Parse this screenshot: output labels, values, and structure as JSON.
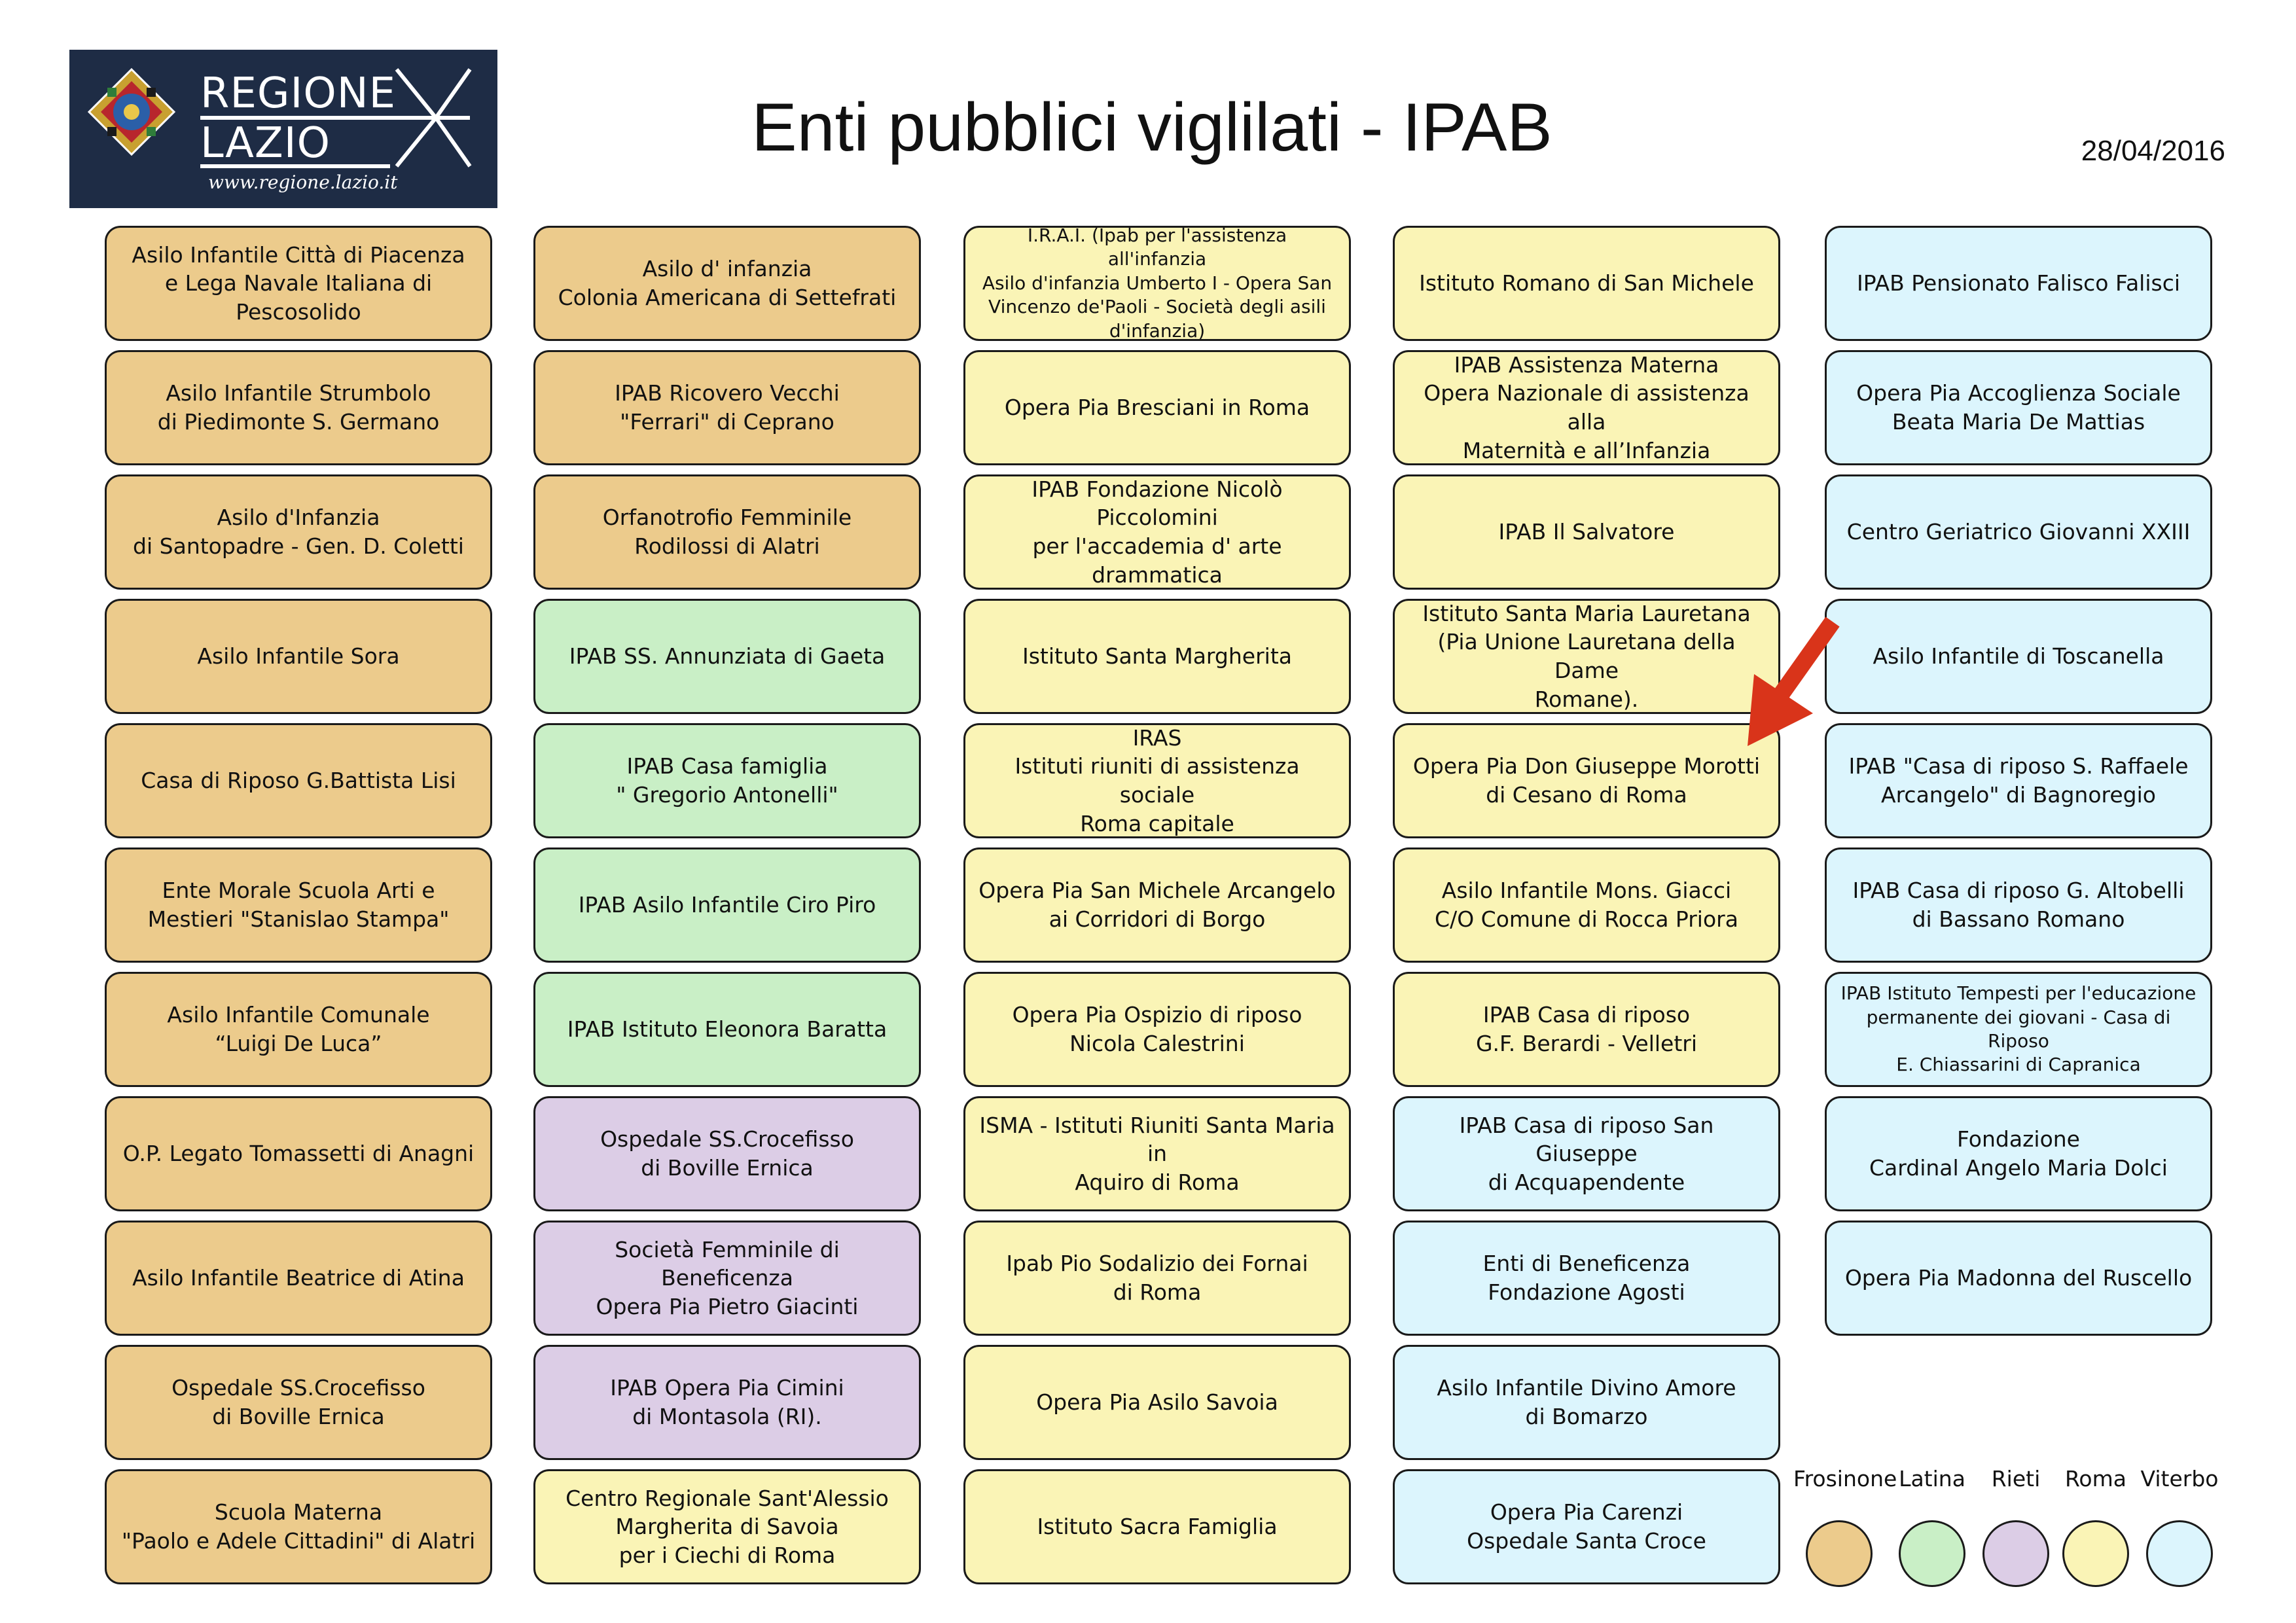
{
  "header": {
    "title": "Enti pubblici viglilati - IPAB",
    "date": "28/04/2016"
  },
  "logo": {
    "line1": "REGIONE",
    "line2": "LAZIO",
    "url": "www.regione.lazio.it",
    "background": "#1e2c45"
  },
  "colors": {
    "frosinone": "#eccb8c",
    "latina": "#c9efc6",
    "rieti": "#dccde6",
    "roma": "#faf4b6",
    "viterbo": "#dcf5fd",
    "arrow": "#d9341a"
  },
  "columns": [
    [
      {
        "text": "Asilo Infantile Città di Piacenza\ne Lega Navale Italiana di Pescosolido",
        "province": "frosinone"
      },
      {
        "text": "Asilo Infantile Strumbolo\ndi Piedimonte S. Germano",
        "province": "frosinone"
      },
      {
        "text": "Asilo d'Infanzia\ndi Santopadre - Gen. D. Coletti",
        "province": "frosinone"
      },
      {
        "text": "Asilo Infantile Sora",
        "province": "frosinone"
      },
      {
        "text": "Casa di Riposo G.Battista Lisi",
        "province": "frosinone"
      },
      {
        "text": "Ente Morale Scuola Arti e\nMestieri \"Stanislao Stampa\"",
        "province": "frosinone"
      },
      {
        "text": "Asilo Infantile  Comunale\n“Luigi De Luca”",
        "province": "frosinone"
      },
      {
        "text": "O.P. Legato Tomassetti di Anagni",
        "province": "frosinone"
      },
      {
        "text": "Asilo Infantile Beatrice di Atina",
        "province": "frosinone"
      },
      {
        "text": "Ospedale SS.Crocefisso\ndi Boville Ernica",
        "province": "frosinone"
      },
      {
        "text": "Scuola Materna\n\"Paolo e Adele Cittadini\"  di Alatri",
        "province": "frosinone"
      }
    ],
    [
      {
        "text": "Asilo d' infanzia\nColonia Americana di Settefrati",
        "province": "frosinone"
      },
      {
        "text": "IPAB Ricovero Vecchi\n\"Ferrari\" di Ceprano",
        "province": "frosinone"
      },
      {
        "text": "Orfanotrofio Femminile\nRodilossi di Alatri",
        "province": "frosinone"
      },
      {
        "text": "IPAB SS. Annunziata di Gaeta",
        "province": "latina"
      },
      {
        "text": "IPAB Casa famiglia\n\" Gregorio Antonelli\"",
        "province": "latina"
      },
      {
        "text": "IPAB Asilo Infantile Ciro Piro",
        "province": "latina"
      },
      {
        "text": "IPAB Istituto Eleonora Baratta",
        "province": "latina"
      },
      {
        "text": "Ospedale SS.Crocefisso\ndi Boville Ernica",
        "province": "rieti"
      },
      {
        "text": "Società  Femminile di Beneficenza\nOpera Pia Pietro Giacinti",
        "province": "rieti"
      },
      {
        "text": "IPAB Opera Pia Cimini\ndi Montasola (RI).",
        "province": "rieti"
      },
      {
        "text": "Centro Regionale Sant'Alessio\nMargherita di Savoia\nper i Ciechi di Roma",
        "province": "roma"
      }
    ],
    [
      {
        "text": "I.R.A.I. (Ipab per l'assistenza all'infanzia\nAsilo d'infanzia Umberto I - Opera San\nVincenzo de'Paoli - Società degli asili\nd'infanzia)",
        "province": "roma",
        "small": true
      },
      {
        "text": "Opera Pia Bresciani in Roma",
        "province": "roma"
      },
      {
        "text": "IPAB Fondazione Nicolò Piccolomini\nper l'accademia d' arte drammatica",
        "province": "roma"
      },
      {
        "text": "Istituto Santa Margherita",
        "province": "roma"
      },
      {
        "text": "IRAS\nIstituti riuniti di assistenza sociale\nRoma capitale",
        "province": "roma"
      },
      {
        "text": "Opera Pia San Michele Arcangelo\nai Corridori di Borgo",
        "province": "roma"
      },
      {
        "text": "Opera Pia Ospizio di riposo\nNicola Calestrini",
        "province": "roma"
      },
      {
        "text": "ISMA - Istituti Riuniti Santa Maria in\nAquiro di Roma",
        "province": "roma"
      },
      {
        "text": "Ipab Pio Sodalizio dei Fornai\ndi Roma",
        "province": "roma"
      },
      {
        "text": "Opera Pia Asilo Savoia",
        "province": "roma"
      },
      {
        "text": "Istituto Sacra Famiglia",
        "province": "roma"
      }
    ],
    [
      {
        "text": "Istituto Romano di San Michele",
        "province": "roma"
      },
      {
        "text": "IPAB Assistenza Materna\nOpera Nazionale di assistenza alla\nMaternità e all’Infanzia",
        "province": "roma"
      },
      {
        "text": "IPAB Il Salvatore",
        "province": "roma"
      },
      {
        "text": "Istituto Santa Maria Lauretana\n(Pia Unione Lauretana della Dame\nRomane).",
        "province": "roma"
      },
      {
        "text": "Opera Pia Don Giuseppe Morotti\ndi Cesano di Roma",
        "province": "roma"
      },
      {
        "text": "Asilo Infantile Mons. Giacci\nC/O Comune di Rocca Priora",
        "province": "roma"
      },
      {
        "text": "IPAB Casa di riposo\nG.F. Berardi - Velletri",
        "province": "roma"
      },
      {
        "text": "IPAB Casa di riposo San Giuseppe\ndi Acquapendente",
        "province": "viterbo"
      },
      {
        "text": "Enti di Beneficenza\nFondazione Agosti",
        "province": "viterbo"
      },
      {
        "text": "Asilo Infantile Divino Amore\ndi Bomarzo",
        "province": "viterbo"
      },
      {
        "text": "Opera Pia Carenzi\nOspedale Santa Croce",
        "province": "viterbo"
      }
    ],
    [
      {
        "text": "IPAB Pensionato Falisco Falisci",
        "province": "viterbo"
      },
      {
        "text": "Opera Pia Accoglienza Sociale\nBeata Maria De Mattias",
        "province": "viterbo"
      },
      {
        "text": "Centro Geriatrico Giovanni XXIII",
        "province": "viterbo"
      },
      {
        "text": "Asilo Infantile di Toscanella",
        "province": "viterbo"
      },
      {
        "text": "IPAB \"Casa di riposo S. Raffaele\nArcangelo\" di Bagnoregio",
        "province": "viterbo"
      },
      {
        "text": "IPAB Casa di riposo G. Altobelli\ndi Bassano Romano",
        "province": "viterbo"
      },
      {
        "text": "IPAB Istituto Tempesti per l'educazione\npermanente dei giovani - Casa di Riposo\nE. Chiassarini di Capranica",
        "province": "viterbo",
        "small": true
      },
      {
        "text": "Fondazione\nCardinal Angelo Maria Dolci",
        "province": "viterbo"
      },
      {
        "text": "Opera Pia Madonna del Ruscello",
        "province": "viterbo"
      }
    ]
  ],
  "legend": [
    {
      "label": "Frosinone",
      "province": "frosinone"
    },
    {
      "label": "Latina",
      "province": "latina"
    },
    {
      "label": "Rieti",
      "province": "rieti"
    },
    {
      "label": "Roma",
      "province": "roma"
    },
    {
      "label": "Viterbo",
      "province": "viterbo"
    }
  ]
}
